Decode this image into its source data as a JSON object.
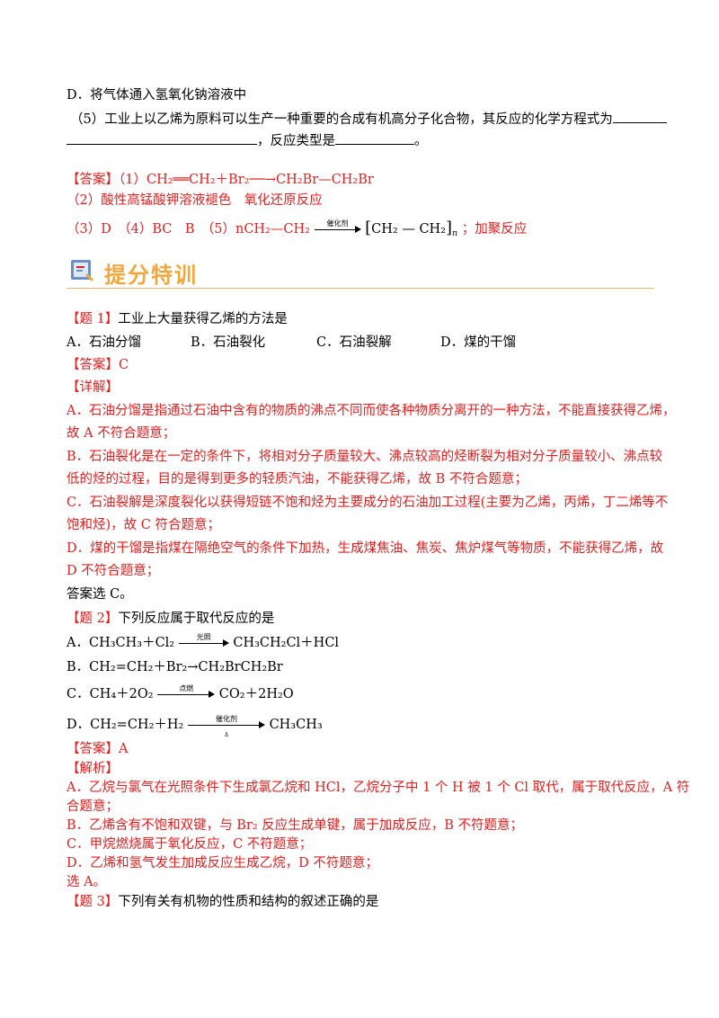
{
  "top": {
    "line1": "D．将气体通入氢氧化钠溶液中",
    "line2a": "（5）工业上以乙烯为原料可以生产一种重要的合成有机高分子化合物，其反应的化学方程式为",
    "line3b": "，反应类型是",
    "line3c": "。"
  },
  "answer_block": {
    "tag": "【答案】",
    "l1": "（1）CH₂══CH₂＋Br₂──→CH₂Br—CH₂Br",
    "l2": "（2）酸性高锰酸钾溶液褪色　氧化还原反应",
    "l3a": "（3）D　（4）BC　B　（5）nCH₂—CH₂",
    "l3_catalyst": "催化剂",
    "l3_product": "CH₂ — CH₂",
    "l3_n": "n",
    "l3_end": "；加聚反应"
  },
  "banner": {
    "title": "提分特训",
    "icon": "book-icon"
  },
  "q1": {
    "tag": "【题 1】",
    "stem": "工业上大量获得乙烯的方法是",
    "options": [
      "A．石油分馏",
      "B．石油裂化",
      "C．石油裂解",
      "D．煤的干馏"
    ],
    "answer_tag": "【答案】",
    "answer": "C",
    "detail_tag": "【详解】",
    "d1a": "A．石油分馏是指通过石油中含有的物质的沸点不同而使各种物质分离开的一种方法，不能直接获得乙烯，",
    "d1b": "故 A 不符合题意；",
    "d2a": "B．石油裂化是在一定的条件下，将相对分子质量较大、沸点较高的烃断裂为相对分子质量较小、沸点较",
    "d2b": "低的烃的过程，目的是得到更多的轻质汽油，不能获得乙烯，故 B 不符合题意；",
    "d3a": "C．石油裂解是深度裂化以获得短链不饱和烃为主要成分的石油加工过程(主要为乙烯，丙烯，丁二烯等不",
    "d3b": "饱和烃)，故 C 符合题意；",
    "d4a": "D．煤的干馏是指煤在隔绝空气的条件下加热，生成煤焦油、焦炭、焦炉煤气等物质，不能获得乙烯，故",
    "d4b": "D 不符合题意；",
    "conclusion": "答案选 C。"
  },
  "q2": {
    "tag": "【题 2】",
    "stem": "下列反应属于取代反应的是",
    "optA_left": "A．CH₃CH₃＋Cl₂",
    "optA_cond": "光照",
    "optA_right": "CH₃CH₂Cl＋HCl",
    "optB": "B．CH₂=CH₂＋Br₂→CH₂BrCH₂Br",
    "optC_left": "C．CH₄＋2O₂",
    "optC_cond": "点燃",
    "optC_right": "CO₂＋2H₂O",
    "optD_left": "D．CH₂=CH₂＋H₂",
    "optD_cond": "催化剂",
    "optD_cond2": "Δ",
    "optD_right": "CH₃CH₃",
    "answer_tag": "【答案】",
    "answer": "A",
    "analysis_tag": "【解析】",
    "a1a": "A．乙烷与氯气在光照条件下生成氯乙烷和 HCl，乙烷分子中 1 个 H 被 1 个 Cl 取代，属于取代反应，A 符",
    "a1b": "合题意；",
    "a2": "B．乙烯含有不饱和双键，与 Br₂ 反应生成单键，属于加成反应，B 不符题意；",
    "a3": "C．甲烷燃烧属于氧化反应，C 不符题意；",
    "a4": "D．乙烯和氢气发生加成反应生成乙烷，D 不符题意；",
    "conclusion": "选 A。"
  },
  "q3": {
    "tag": "【题 3】",
    "stem": "下列有关有机物的性质和结构的叙述正确的是"
  },
  "colors": {
    "accent_red": "#e02020",
    "banner_orange": "#f0a83c",
    "rule": "#f0b869"
  }
}
